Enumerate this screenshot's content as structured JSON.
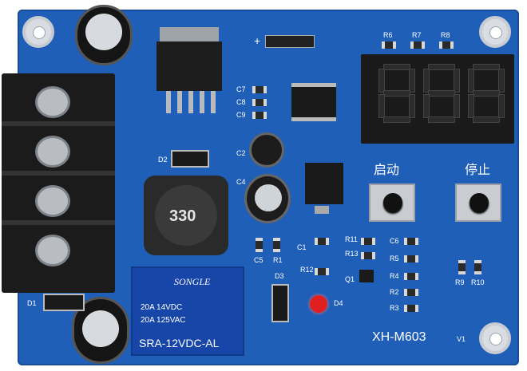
{
  "board": {
    "model": "XH-M603",
    "version": "V1",
    "start_label": "启动",
    "stop_label": "停止",
    "plus_label": "+"
  },
  "display": {
    "digits": [
      "8",
      "8",
      "8"
    ]
  },
  "relay": {
    "brand": "SONGLE",
    "rating_line1": "20A 14VDC",
    "rating_line2": "20A 125VAC",
    "model": "SRA-12VDC-AL"
  },
  "inductor": {
    "value": "330"
  },
  "labels": {
    "r6": "R6",
    "r7": "R7",
    "r8": "R8",
    "c7": "C7",
    "c8": "C8",
    "c9": "C9",
    "c2": "C2",
    "c4": "C4",
    "c5": "C5",
    "c1": "C1",
    "r1": "R1",
    "r12": "R12",
    "r11": "R11",
    "r13": "R13",
    "q1": "Q1",
    "d1": "D1",
    "d2": "D2",
    "d3": "D3",
    "d4": "D4",
    "c6": "C6",
    "r5": "R5",
    "r4": "R4",
    "r2": "R2",
    "r3": "R3",
    "r9": "R9",
    "r10": "R10"
  },
  "colors": {
    "pcb": "#1f5fb8",
    "terminal": "#1c1c1c",
    "relay": "#1746a8",
    "led": "#e02020"
  }
}
